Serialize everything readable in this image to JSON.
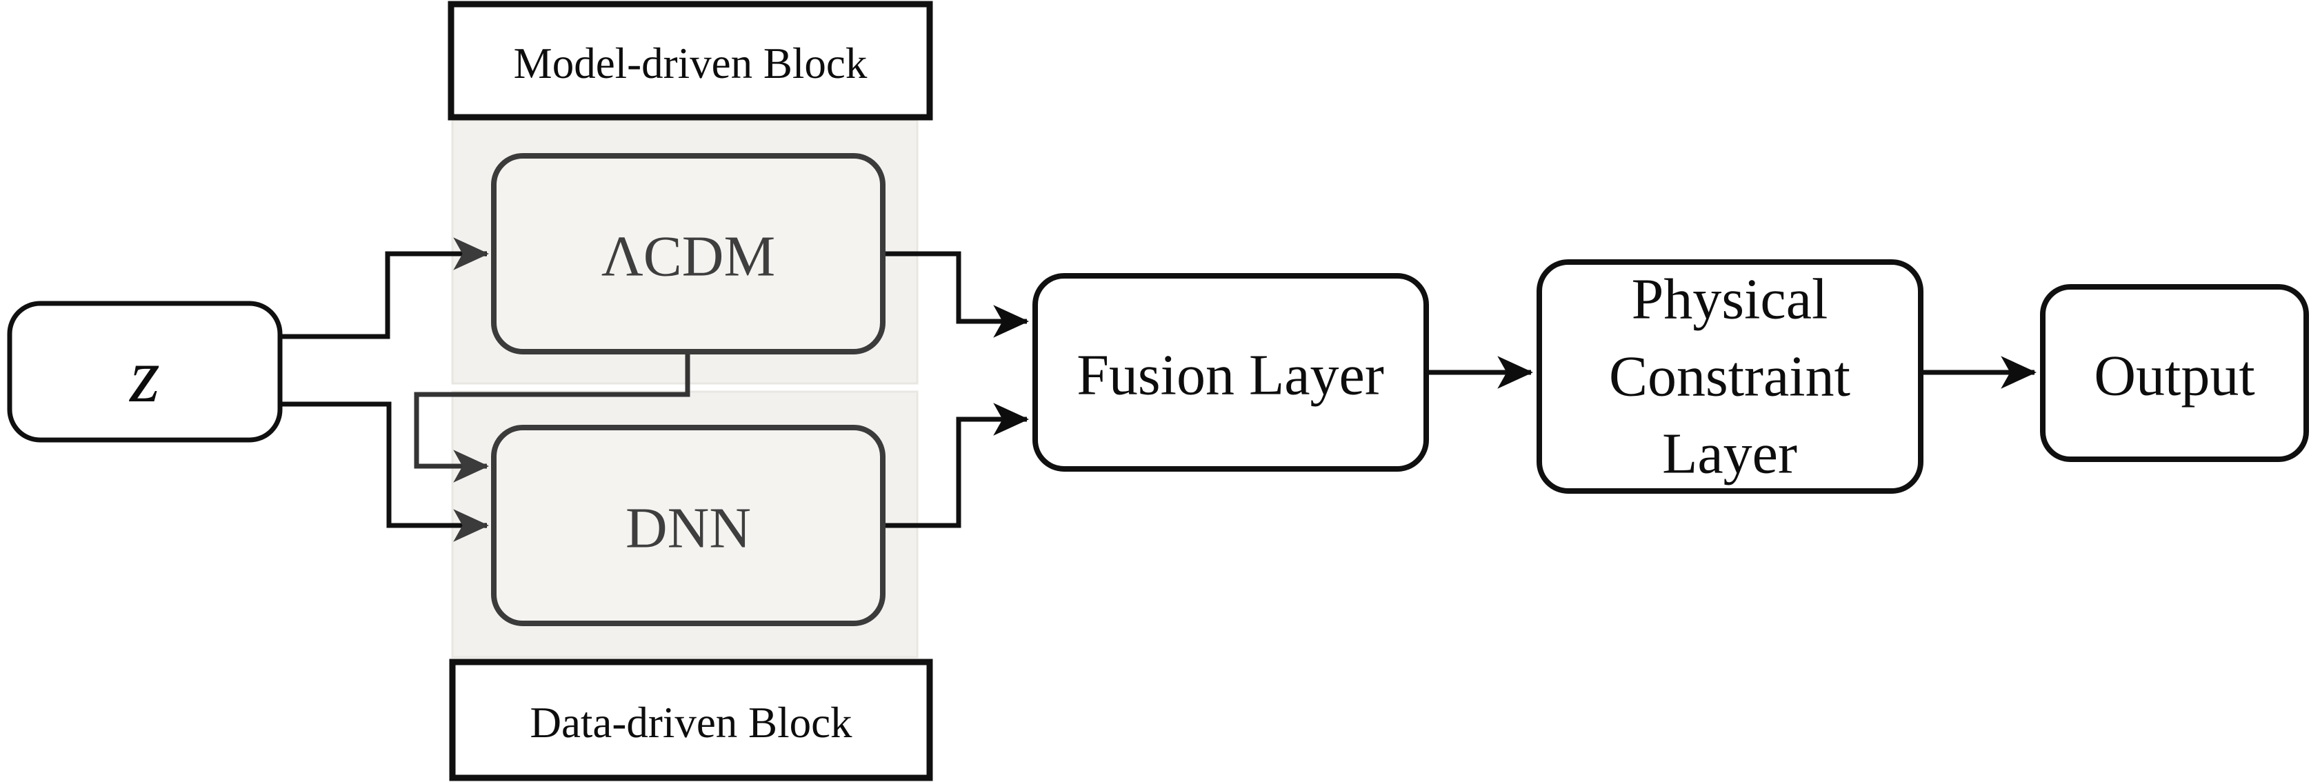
{
  "diagram": {
    "nodes": {
      "z": {
        "label": "z"
      },
      "model_block": {
        "label": "Model-driven Block"
      },
      "lcdm": {
        "label": "ΛCDM"
      },
      "dnn": {
        "label": "DNN"
      },
      "data_block": {
        "label": "Data-driven Block"
      },
      "fusion": {
        "label": "Fusion Layer"
      },
      "physical": {
        "lines": [
          "Physical",
          "Constraint",
          "Layer"
        ]
      },
      "output": {
        "label": "Output"
      }
    },
    "edges": [
      {
        "from": "z",
        "to": "lcdm"
      },
      {
        "from": "z",
        "to": "dnn"
      },
      {
        "from": "lcdm",
        "to": "dnn"
      },
      {
        "from": "lcdm",
        "to": "fusion"
      },
      {
        "from": "dnn",
        "to": "fusion"
      },
      {
        "from": "fusion",
        "to": "physical"
      },
      {
        "from": "physical",
        "to": "output"
      }
    ]
  },
  "colors": {
    "background": "#ffffff",
    "box_fill": "#ffffff",
    "box_border": "#101010",
    "region_fill": "#f2f1ee",
    "region_border": "#e9e7e2",
    "inner_node_fill": "#f4f3f0",
    "inner_node_border": "#3b3b3b",
    "inner_node_text": "#3e3e3e",
    "edge_black": "#101010",
    "edge_gray": "#343434",
    "arrow_gray": "#3b3b3b",
    "arrow_black": "#0d0d0d"
  }
}
